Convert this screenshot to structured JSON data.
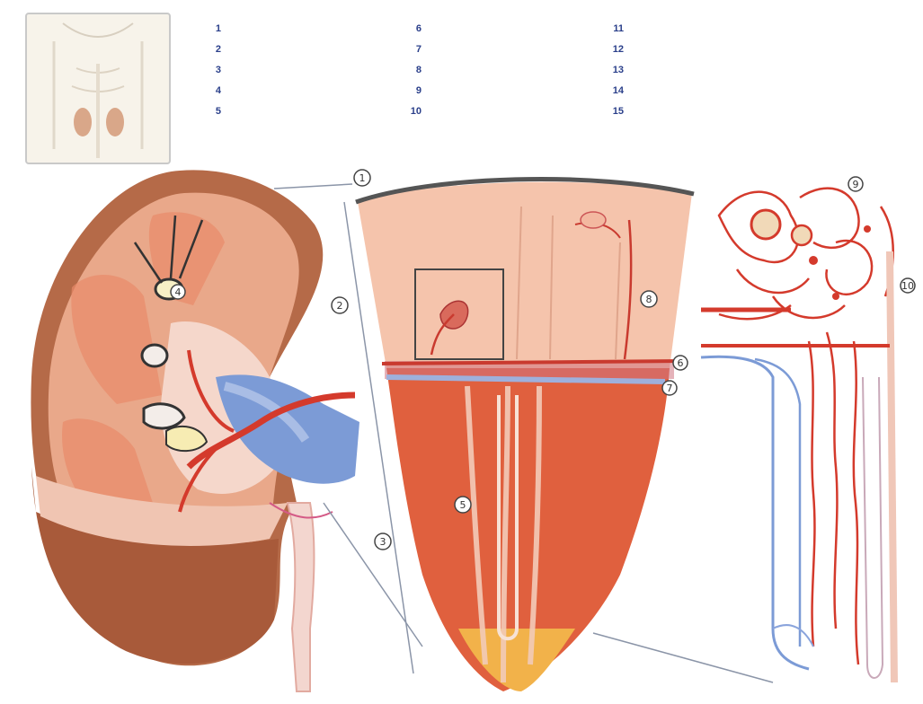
{
  "legend": {
    "column1": [
      {
        "num": "1",
        "label": "",
        "color": "#2a3f8a"
      },
      {
        "num": "2",
        "label": "",
        "color": "#2a3f8a"
      },
      {
        "num": "3",
        "label": "",
        "color": "#2a3f8a"
      },
      {
        "num": "4",
        "label": "",
        "color": "#2a3f8a"
      },
      {
        "num": "5",
        "label": "",
        "color": "#2a3f8a"
      }
    ],
    "column2": [
      {
        "num": "6",
        "label": "",
        "color": "#2a3f8a"
      },
      {
        "num": "7",
        "label": "",
        "color": "#2a3f8a"
      },
      {
        "num": "8",
        "label": "",
        "color": "#2a3f8a"
      },
      {
        "num": "9",
        "label": "",
        "color": "#2a3f8a"
      },
      {
        "num": "10",
        "label": "",
        "color": "#2a3f8a"
      }
    ],
    "column3": [
      {
        "num": "11",
        "label": "",
        "color": "#2a3f8a"
      },
      {
        "num": "12",
        "label": "",
        "color": "#2a3f8a"
      },
      {
        "num": "13",
        "label": "",
        "color": "#2a3f8a"
      },
      {
        "num": "14",
        "label": "",
        "color": "#2a3f8a"
      },
      {
        "num": "15",
        "label": "",
        "color": "#2a3f8a"
      }
    ]
  },
  "colors": {
    "capsule": "#b56a48",
    "cortex": "#e9a88a",
    "medulla_dark": "#e0603e",
    "medulla_light": "#f0b49a",
    "pelvis": "#f5d7cb",
    "artery": "#d43a2c",
    "vein": "#7c9bd6",
    "legend_text": "#2a3f8a"
  },
  "callouts": [
    {
      "id": "callout-1",
      "label": "1"
    },
    {
      "id": "callout-2",
      "label": "2"
    },
    {
      "id": "callout-3",
      "label": "3"
    },
    {
      "id": "callout-4",
      "label": "4"
    },
    {
      "id": "callout-5",
      "label": "5"
    },
    {
      "id": "callout-6",
      "label": "6"
    },
    {
      "id": "callout-7",
      "label": "7"
    },
    {
      "id": "callout-8",
      "label": "8"
    },
    {
      "id": "callout-9",
      "label": "9"
    },
    {
      "id": "callout-10",
      "label": "10"
    }
  ]
}
